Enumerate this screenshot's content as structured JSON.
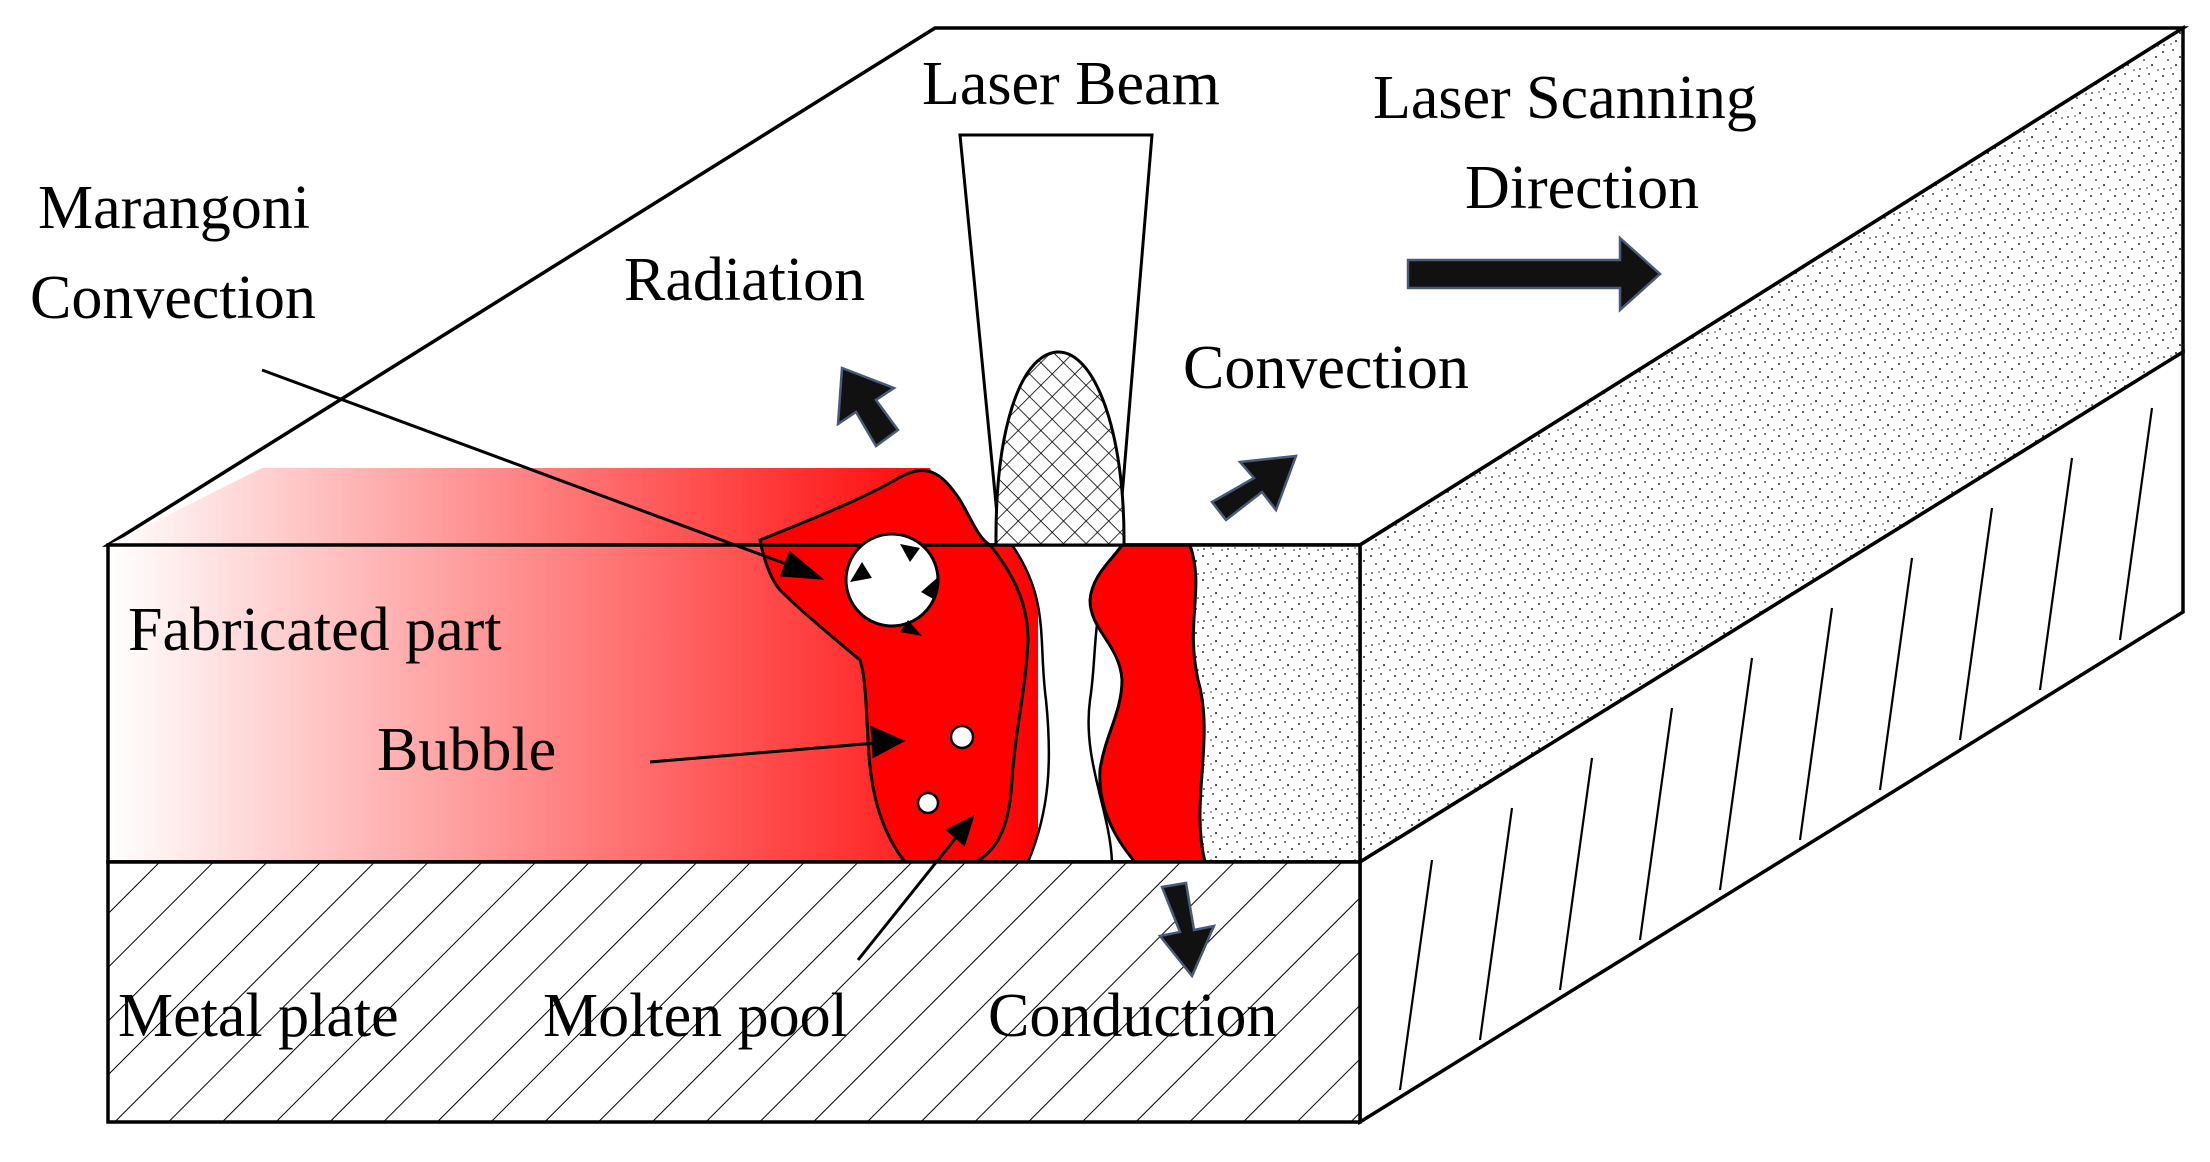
{
  "labels": {
    "laser_beam": "Laser Beam",
    "scan_direction_line1": "Laser Scanning",
    "scan_direction_line2": "Direction",
    "marangoni_line1": "Marangoni",
    "marangoni_line2": "Convection",
    "radiation": "Radiation",
    "convection": "Convection",
    "fabricated_part": "Fabricated part",
    "bubble": "Bubble",
    "metal_plate": "Metal plate",
    "molten_pool": "Molten pool",
    "conduction": "Conduction"
  },
  "colors": {
    "molten": "#ff0000",
    "heated_gradient_start": "#ffffff",
    "heated_gradient_end": "#ff0000",
    "outline": "#000000",
    "arrow_fill": "#111111",
    "arrow_outline": "#4a5a7a",
    "powder_dots": "#222222"
  }
}
